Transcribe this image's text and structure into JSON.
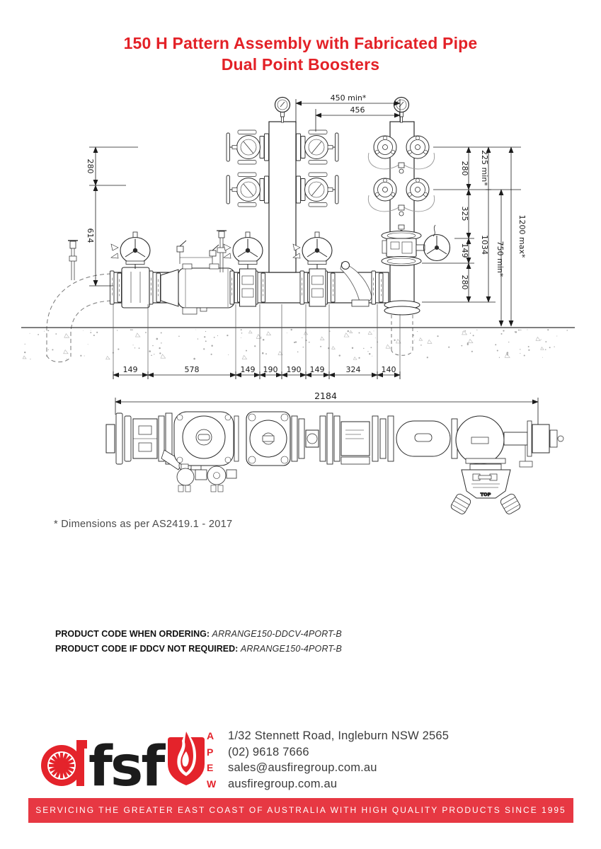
{
  "title": {
    "line1": "150 H Pattern Assembly with Fabricated Pipe",
    "line2": "Dual Point Boosters"
  },
  "colors": {
    "title_red": "#e32127",
    "brand_red": "#e4232b",
    "banner_red": "#e73843",
    "ink": "#2a2a2a"
  },
  "elev": {
    "top450": "450 min*",
    "top456": "456",
    "left280": "280",
    "left614": "614",
    "chain": [
      "280",
      "325",
      "149",
      "280"
    ],
    "min225": "225 min*",
    "total1034": "1034",
    "min750": "750 min*",
    "max1200": "1200 max*",
    "bottom": [
      "149",
      "578",
      "149",
      "190",
      "190",
      "149",
      "324",
      "140"
    ]
  },
  "plan": {
    "overall": "2184",
    "top_label": "TOP"
  },
  "footnote": "* Dimensions as per AS2419.1 - 2017",
  "ordering": {
    "line1_label": "PRODUCT CODE WHEN ORDERING:",
    "line1_value": "ARRANGE150-DDCV-4PORT-B",
    "line2_label": "PRODUCT CODE IF DDCV NOT REQUIRED:",
    "line2_value": "ARRANGE150-4PORT-B"
  },
  "footer": {
    "logo_text": "fsf",
    "contact": [
      {
        "key": "A",
        "value": "1/32 Stennett Road, Ingleburn NSW 2565"
      },
      {
        "key": "P",
        "value": "(02) 9618 7666"
      },
      {
        "key": "E",
        "value": "sales@ausfiregroup.com.au"
      },
      {
        "key": "W",
        "value": "ausfiregroup.com.au"
      }
    ],
    "banner": "SERVICING THE GREATER EAST COAST OF AUSTRALIA WITH HIGH QUALITY PRODUCTS SINCE 1995"
  }
}
